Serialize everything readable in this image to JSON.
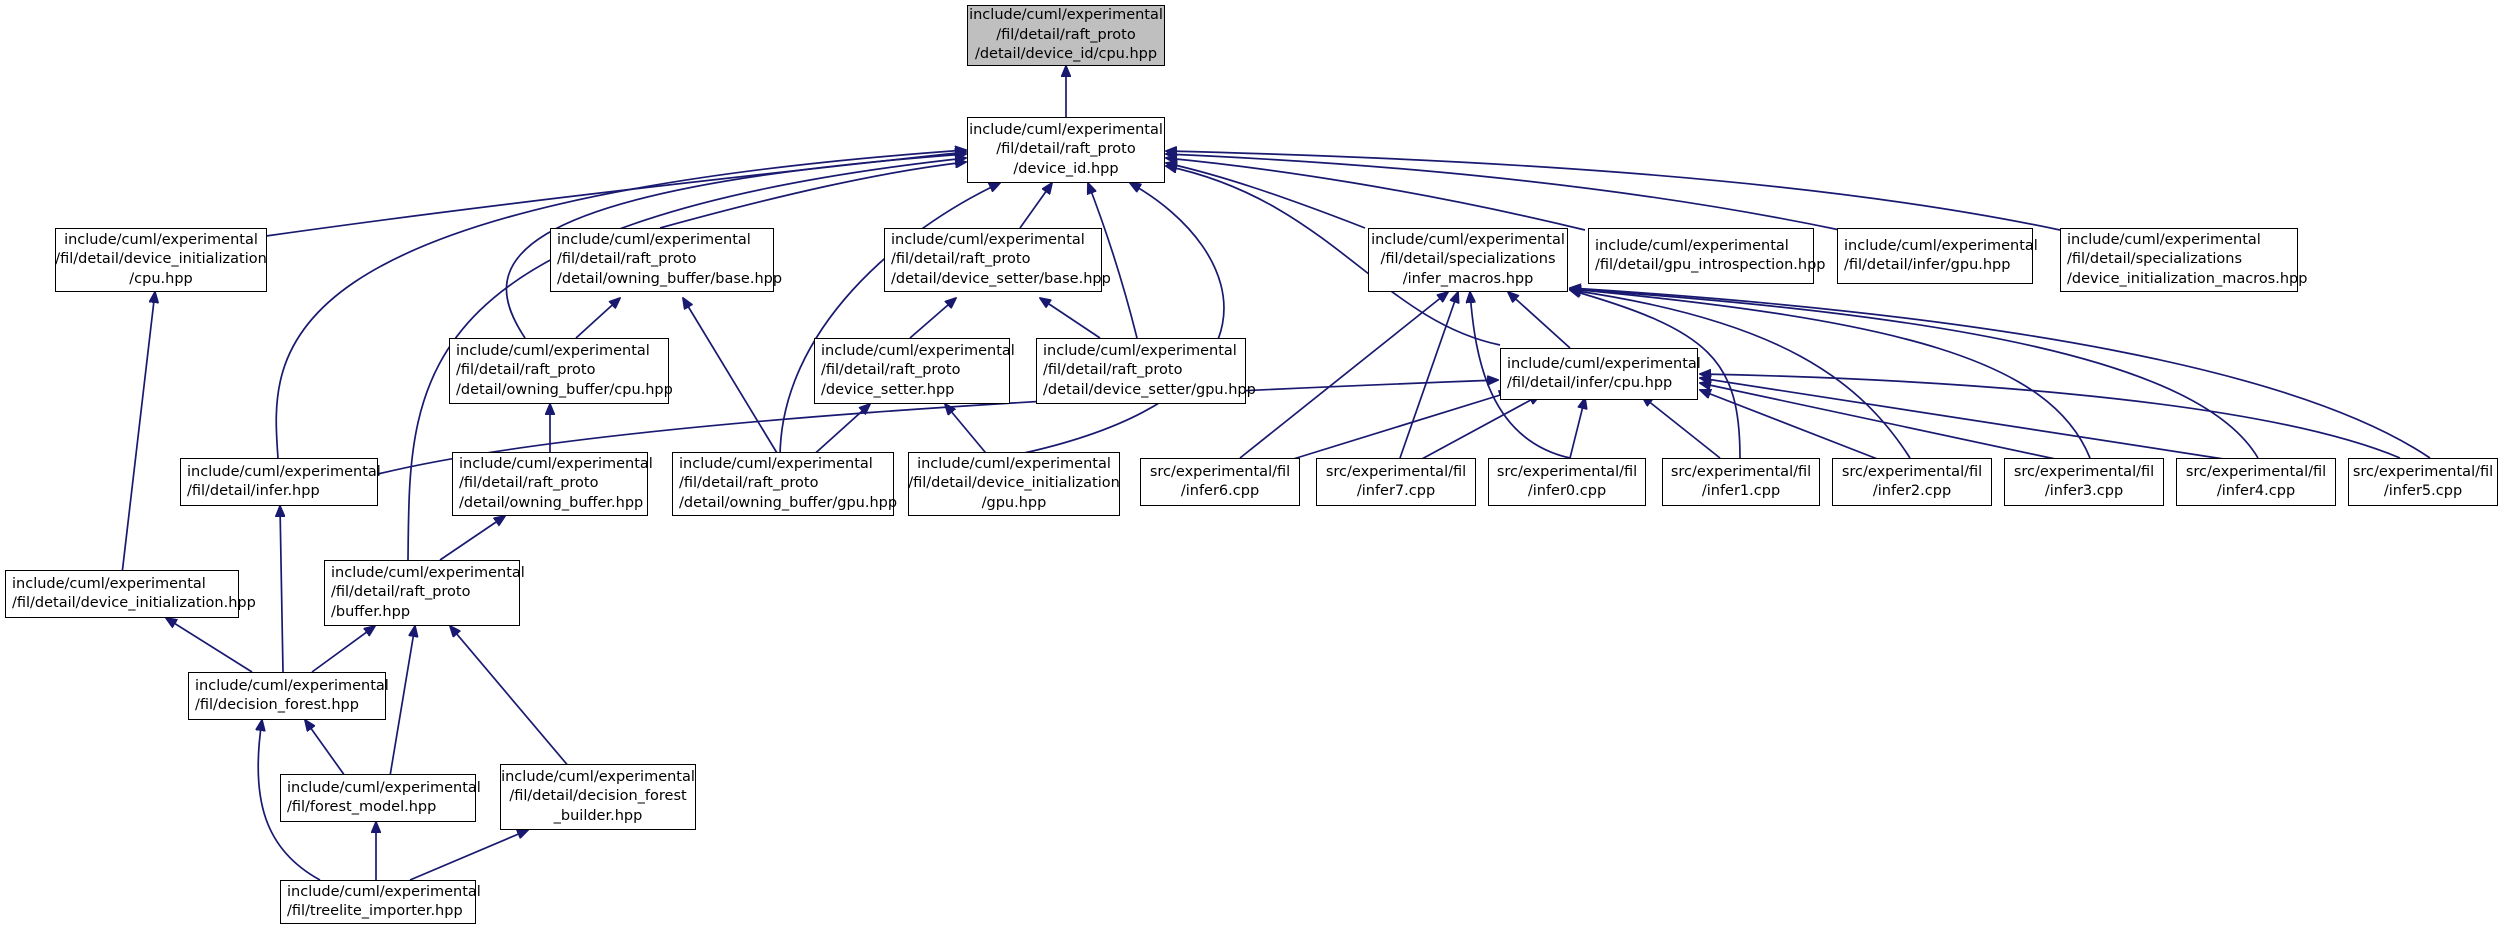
{
  "nodes": {
    "n_cpu_device_id": {
      "lines": [
        "include/cuml/experimental",
        "/fil/detail/raft_proto",
        "/detail/device_id/cpu.hpp"
      ],
      "root": true
    },
    "n_device_id": {
      "lines": [
        "include/cuml/experimental",
        "/fil/detail/raft_proto",
        "/device_id.hpp"
      ]
    },
    "n_devinit_cpu": {
      "lines": [
        "include/cuml/experimental",
        "/fil/detail/device_initialization",
        "/cpu.hpp"
      ]
    },
    "n_ob_base": {
      "lines": [
        "include/cuml/experimental",
        "/fil/detail/raft_proto",
        "/detail/owning_buffer/base.hpp"
      ]
    },
    "n_ds_base": {
      "lines": [
        "include/cuml/experimental",
        "/fil/detail/raft_proto",
        "/detail/device_setter/base.hpp"
      ]
    },
    "n_infer_macros": {
      "lines": [
        "include/cuml/experimental",
        "/fil/detail/specializations",
        "/infer_macros.hpp"
      ]
    },
    "n_gpu_intro": {
      "lines": [
        "include/cuml/experimental",
        "/fil/detail/gpu_introspection.hpp"
      ]
    },
    "n_infer_gpu": {
      "lines": [
        "include/cuml/experimental",
        "/fil/detail/infer/gpu.hpp"
      ]
    },
    "n_devinit_macros": {
      "lines": [
        "include/cuml/experimental",
        "/fil/detail/specializations",
        "/device_initialization_macros.hpp"
      ]
    },
    "n_ob_cpu": {
      "lines": [
        "include/cuml/experimental",
        "/fil/detail/raft_proto",
        "/detail/owning_buffer/cpu.hpp"
      ]
    },
    "n_device_setter": {
      "lines": [
        "include/cuml/experimental",
        "/fil/detail/raft_proto",
        "/device_setter.hpp"
      ]
    },
    "n_ds_gpu": {
      "lines": [
        "include/cuml/experimental",
        "/fil/detail/raft_proto",
        "/detail/device_setter/gpu.hpp"
      ]
    },
    "n_infer_cpu": {
      "lines": [
        "include/cuml/experimental",
        "/fil/detail/infer/cpu.hpp"
      ]
    },
    "n_infer": {
      "lines": [
        "include/cuml/experimental",
        "/fil/detail/infer.hpp"
      ]
    },
    "n_owning_buffer": {
      "lines": [
        "include/cuml/experimental",
        "/fil/detail/raft_proto",
        "/detail/owning_buffer.hpp"
      ]
    },
    "n_ob_gpu": {
      "lines": [
        "include/cuml/experimental",
        "/fil/detail/raft_proto",
        "/detail/owning_buffer/gpu.hpp"
      ]
    },
    "n_devinit_gpu": {
      "lines": [
        "include/cuml/experimental",
        "/fil/detail/device_initialization",
        "/gpu.hpp"
      ]
    },
    "n_infer6": {
      "lines": [
        "src/experimental/fil",
        "/infer6.cpp"
      ]
    },
    "n_infer7": {
      "lines": [
        "src/experimental/fil",
        "/infer7.cpp"
      ]
    },
    "n_infer0": {
      "lines": [
        "src/experimental/fil",
        "/infer0.cpp"
      ]
    },
    "n_infer1": {
      "lines": [
        "src/experimental/fil",
        "/infer1.cpp"
      ]
    },
    "n_infer2": {
      "lines": [
        "src/experimental/fil",
        "/infer2.cpp"
      ]
    },
    "n_infer3": {
      "lines": [
        "src/experimental/fil",
        "/infer3.cpp"
      ]
    },
    "n_infer4": {
      "lines": [
        "src/experimental/fil",
        "/infer4.cpp"
      ]
    },
    "n_infer5": {
      "lines": [
        "src/experimental/fil",
        "/infer5.cpp"
      ]
    },
    "n_device_init": {
      "lines": [
        "include/cuml/experimental",
        "/fil/detail/device_initialization.hpp"
      ]
    },
    "n_buffer": {
      "lines": [
        "include/cuml/experimental",
        "/fil/detail/raft_proto",
        "/buffer.hpp"
      ]
    },
    "n_decision_forest": {
      "lines": [
        "include/cuml/experimental",
        "/fil/decision_forest.hpp"
      ]
    },
    "n_forest_model": {
      "lines": [
        "include/cuml/experimental",
        "/fil/forest_model.hpp"
      ]
    },
    "n_df_builder": {
      "lines": [
        "include/cuml/experimental",
        "/fil/detail/decision_forest",
        "_builder.hpp"
      ]
    },
    "n_treelite": {
      "lines": [
        "include/cuml/experimental",
        "/fil/treelite_importer.hpp"
      ]
    }
  }
}
